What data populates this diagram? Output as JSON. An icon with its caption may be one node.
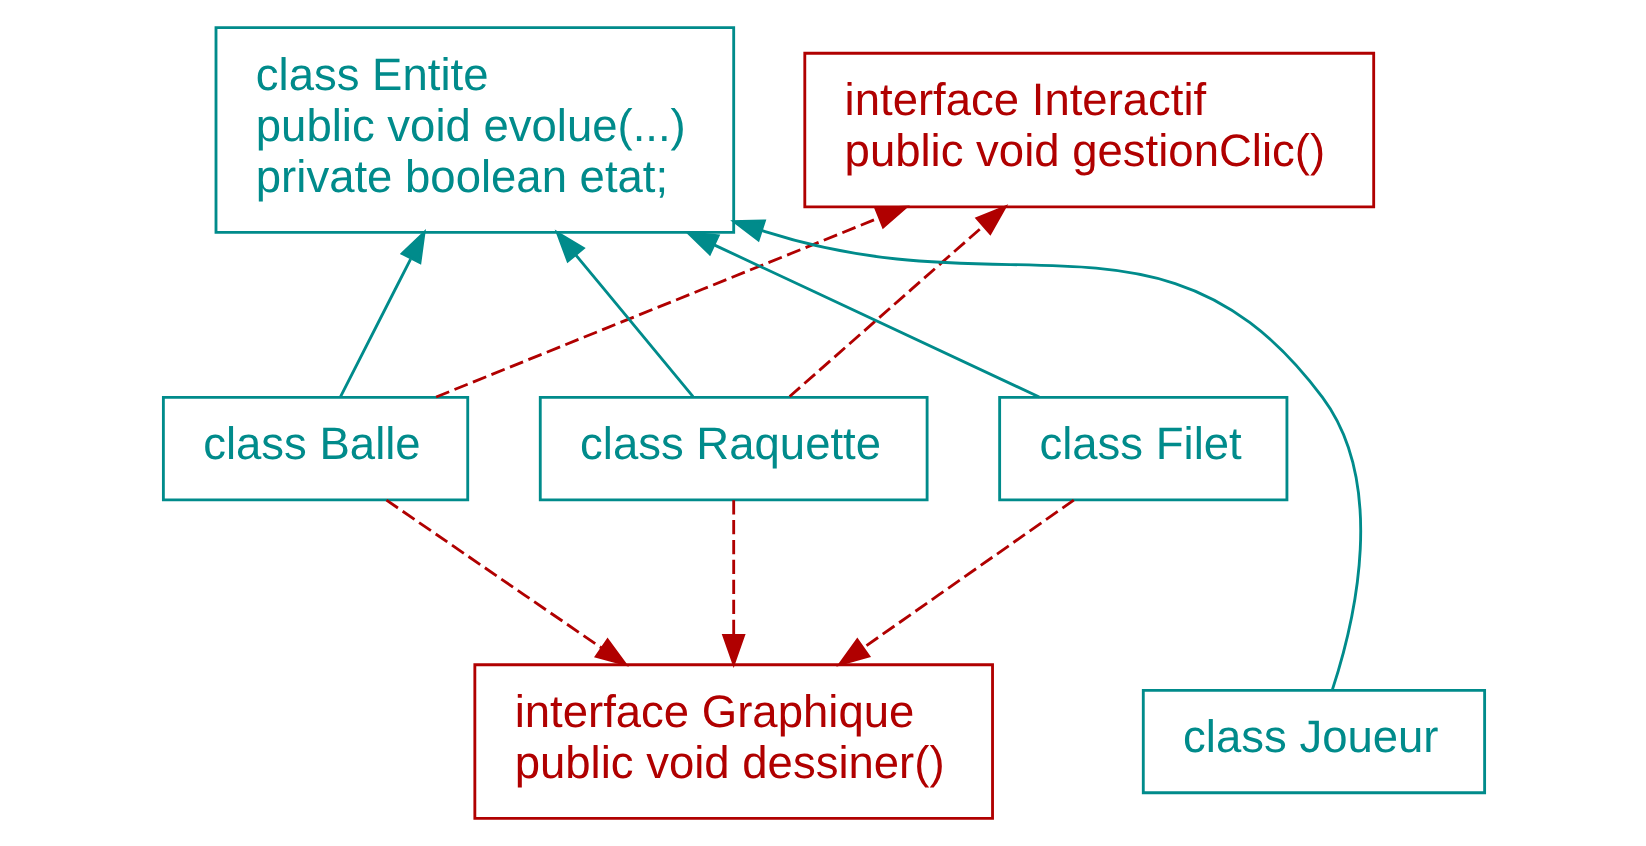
{
  "diagram": {
    "nodes": [
      {
        "text": [
          "class Entite",
          "public void evolue(...)",
          "private boolean etat;"
        ]
      },
      {
        "text": [
          "interface Interactif",
          "public void gestionClic()"
        ]
      },
      {
        "text": [
          "class Balle"
        ]
      },
      {
        "text": [
          "class Raquette"
        ]
      },
      {
        "text": [
          "class Filet"
        ]
      },
      {
        "text": [
          "class Joueur"
        ]
      },
      {
        "text": [
          "interface Graphique",
          "public void dessiner()"
        ]
      }
    ],
    "edges": [
      {
        "from": 2,
        "to": 0,
        "arrow": "to",
        "color": "#008b8b"
      },
      {
        "from": 3,
        "to": 0,
        "arrow": "to",
        "color": "#008b8b"
      },
      {
        "from": 4,
        "to": 0,
        "arrow": "to",
        "color": "#008b8b"
      },
      {
        "from": 5,
        "to": 0,
        "arrow": "to",
        "color": "#008b8b"
      },
      {
        "from": 2,
        "to": 1,
        "arrow": "to",
        "style": "dashed",
        "color": "#b00000"
      },
      {
        "from": 3,
        "to": 1,
        "arrow": "to",
        "style": "dashed",
        "color": "#b00000"
      },
      {
        "from": 2,
        "to": 6,
        "arrow": "to",
        "style": "dashed",
        "color": "#b00000"
      },
      {
        "from": 3,
        "to": 6,
        "arrow": "to",
        "style": "dashed",
        "color": "#b00000"
      },
      {
        "from": 4,
        "to": 6,
        "arrow": "to",
        "style": "dashed",
        "color": "#b00000"
      }
    ]
  }
}
